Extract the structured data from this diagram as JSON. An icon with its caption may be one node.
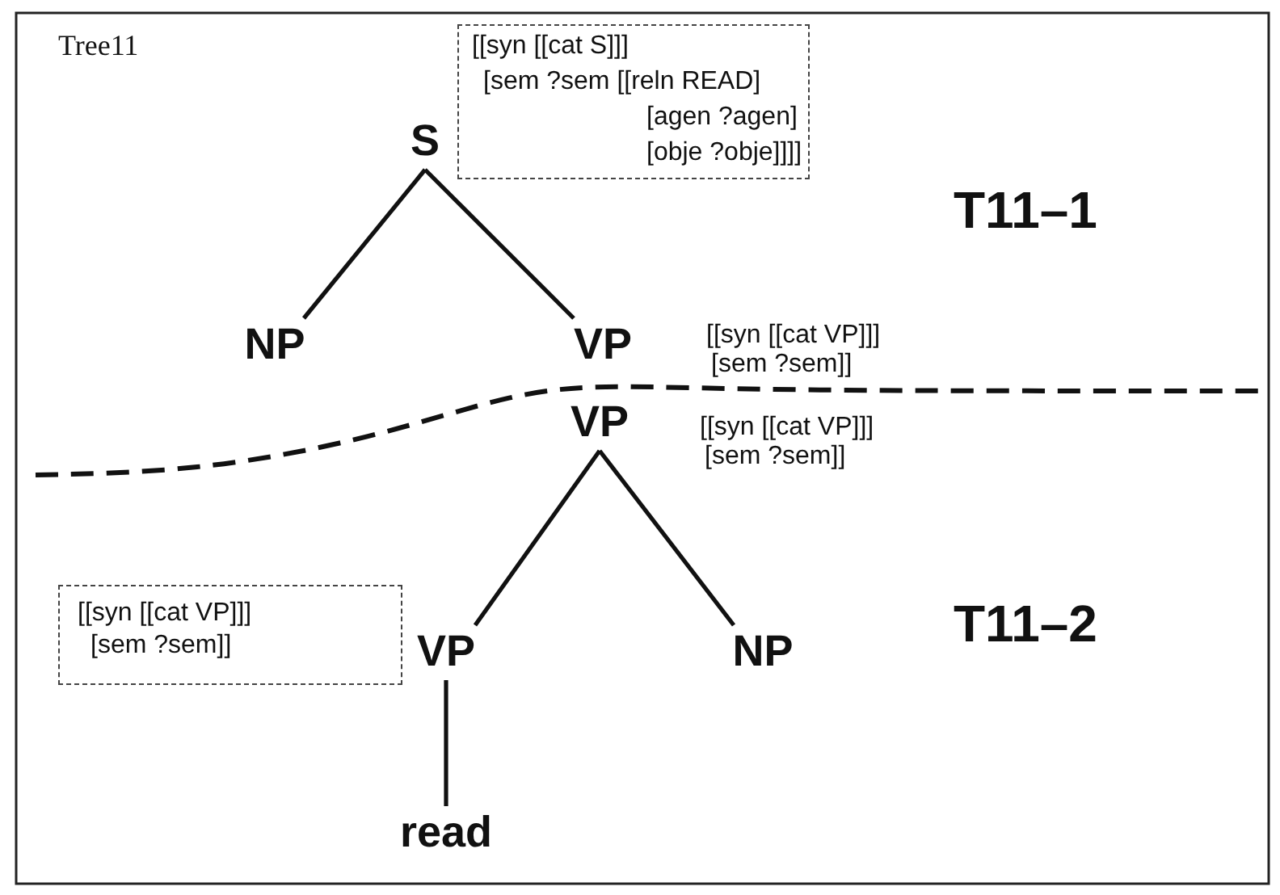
{
  "diagram": {
    "nodes": [
      {
        "text": [
          "S"
        ]
      },
      {
        "text": [
          "[[syn [[cat S]]]",
          "[sem ?sem [[reln READ]",
          "[agen ?agen]",
          "[obje ?obje]]]]"
        ]
      },
      {
        "text": [
          "NP"
        ]
      },
      {
        "text": [
          "VP"
        ],
        "beside": [
          "[[syn [[cat VP]]]",
          "[sem ?sem]]"
        ]
      },
      {
        "text": [
          "VP"
        ],
        "beside": [
          "[[syn [[cat VP]]]",
          "[sem ?sem]]"
        ]
      },
      {
        "text": [
          "[[syn [[cat VP]]]",
          "[sem ?sem]]"
        ]
      },
      {
        "text": [
          "VP"
        ]
      },
      {
        "text": [
          "NP"
        ]
      },
      {
        "text": [
          "read"
        ]
      }
    ],
    "edges": [
      {
        "from": 0,
        "to": 2,
        "arrow": "none"
      },
      {
        "from": 0,
        "to": 3,
        "arrow": "none"
      },
      {
        "from": 4,
        "to": 6,
        "arrow": "none"
      },
      {
        "from": 4,
        "to": 7,
        "arrow": "none"
      },
      {
        "from": 6,
        "to": 8,
        "arrow": "none"
      }
    ],
    "labels": [
      "Tree11",
      "T11–1",
      "T11–2"
    ]
  }
}
